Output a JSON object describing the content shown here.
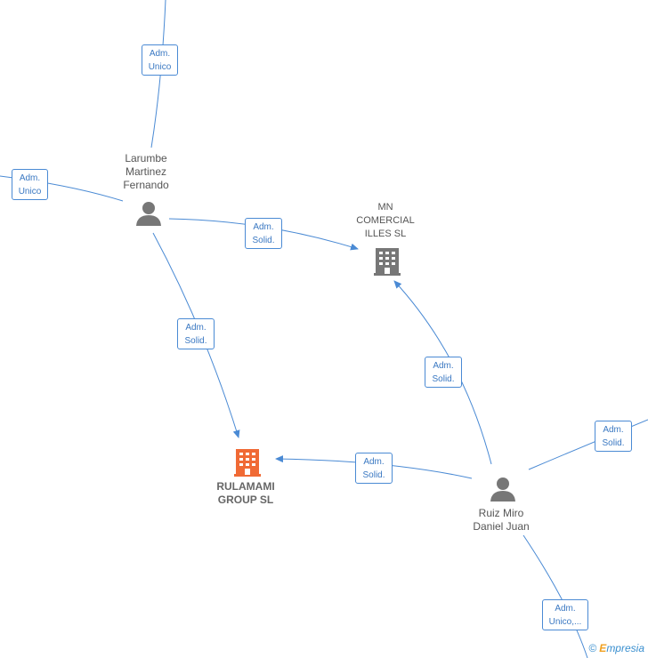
{
  "nodes": {
    "larumbe": {
      "label": "Larumbe\nMartinez\nFernando"
    },
    "mn_comercial": {
      "label": "MN\nCOMERCIAL\nILLES SL"
    },
    "rulamami": {
      "label": "RULAMAMI\nGROUP  SL"
    },
    "ruiz_miro": {
      "label": "Ruiz Miro\nDaniel Juan"
    }
  },
  "edges": {
    "top_to_larumbe": "Adm.\nUnico",
    "left_to_larumbe": "Adm.\nUnico",
    "larumbe_to_mn": "Adm.\nSolid.",
    "larumbe_to_rulamami": "Adm.\nSolid.",
    "ruiz_to_mn": "Adm.\nSolid.",
    "ruiz_to_rulamami": "Adm.\nSolid.",
    "right_to_ruiz": "Adm.\nSolid.",
    "bottom_to_ruiz": "Adm.\nUnico,..."
  },
  "colors": {
    "edge": "#4a8ad4",
    "person_icon": "#777777",
    "company_icon": "#777777",
    "main_company_icon": "#f06a35"
  },
  "icons": {
    "person": "person-icon",
    "company": "building-icon"
  },
  "branding": {
    "text": "mpresia",
    "initial": "E",
    "copyright": "©"
  }
}
